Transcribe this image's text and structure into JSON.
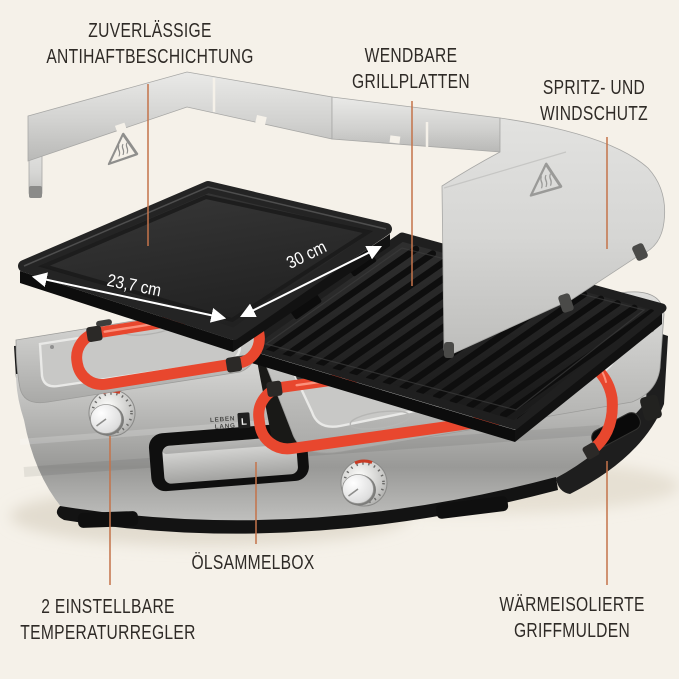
{
  "page": {
    "background": "#f5f1e9"
  },
  "callouts": {
    "nonstick": {
      "line1": "ZUVERLÄSSIGE",
      "line2": "ANTIHAFTBESCHICHTUNG"
    },
    "plates": {
      "line1": "WENDBARE",
      "line2": "GRILLPLATTEN"
    },
    "windshield": {
      "line1": "SPRITZ- UND",
      "line2": "WINDSCHUTZ"
    },
    "oilbox": {
      "line1": "ÖLSAMMELBOX"
    },
    "knobs": {
      "line1": "2 EINSTELLBARE",
      "line2": "TEMPERATURREGLER"
    },
    "handles": {
      "line1": "WÄRMEISOLIERTE",
      "line2": "GRIFFMULDEN"
    }
  },
  "dimensions": {
    "plate_width": "23,7 cm",
    "plate_depth": "30 cm"
  },
  "brand": {
    "line1": "LEBEN",
    "line2": "LANG",
    "mark": "L"
  },
  "colors": {
    "accent_line": "#c4744b",
    "handle_red": "#e8472e",
    "label_text": "#2e2a26",
    "steel_light": "#e6e6e4",
    "plate_black": "#242424"
  }
}
